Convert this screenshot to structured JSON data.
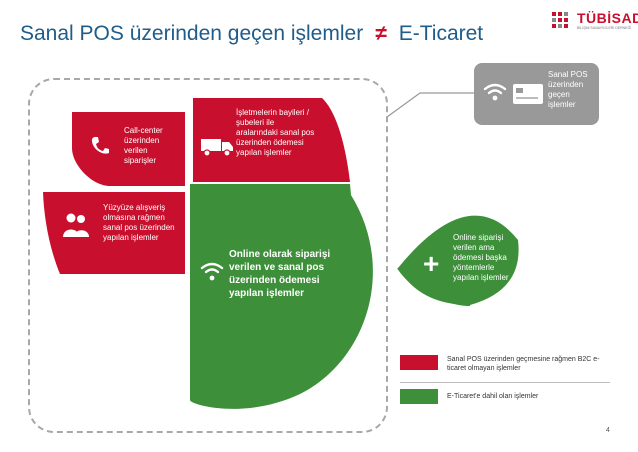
{
  "header": {
    "title_left": "Sanal POS üzerinden geçen işlemler",
    "neq_symbol": "≠",
    "title_right": "E-Ticaret"
  },
  "logo": {
    "name": "TÜBİSAD",
    "subtitle": "BİLİŞİM SANAYİCİLERİ DERNEĞİ"
  },
  "grey_card": {
    "label": "Sanal POS üzerinden geçen işlemler",
    "icons": [
      "wifi-icon",
      "credit-card-icon"
    ]
  },
  "segments": {
    "call_center": "Call-center üzerinden verilen siparişler",
    "dealers": "İşletmelerin bayileri / şubeleri ile aralarındaki sanal pos üzerinden ödemesi yapılan işlemler",
    "face_to_face": "Yüzyüze alışveriş olmasına rağmen sanal pos üzerinden yapılan işlemler",
    "online": "Online olarak siparişi verilen ve sanal pos üzerinden ödemesi yapılan işlemler"
  },
  "plus_note": {
    "symbol": "+",
    "text": "Online siparişi verilen ama ödemesi başka yöntemlerle yapılan işlemler"
  },
  "legend": [
    {
      "color": "#c8102e",
      "text": "Sanal POS üzerinden geçmesine rağmen B2C e-ticaret olmayan işlemler"
    },
    {
      "color": "#3d8f3a",
      "text": "E-Ticaret'e dahil olan işlemler"
    }
  ],
  "colors": {
    "red": "#c8102e",
    "green": "#3d8f3a",
    "grey": "#999999",
    "title": "#1f5c8a"
  },
  "page_number": "4"
}
